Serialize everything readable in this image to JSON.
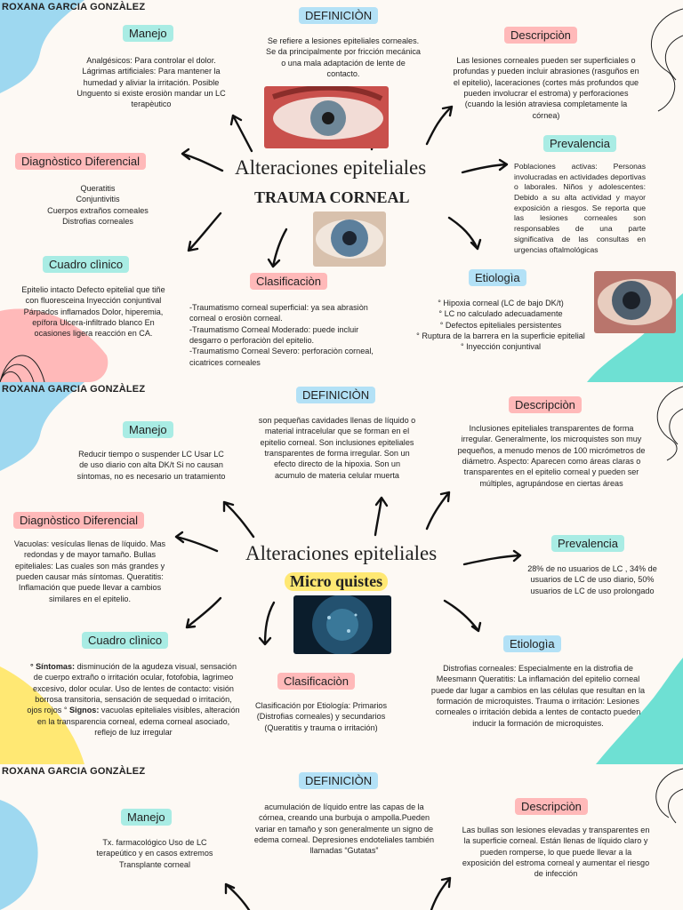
{
  "author": "ROXANA GARCIA GONZÀLEZ",
  "colors": {
    "teal": "#6ee0d3",
    "blue": "#9ed8f0",
    "pink": "#ffb9b9",
    "yellow": "#ffe873"
  },
  "page1": {
    "title": "Alteraciones epiteliales",
    "subtitle": "TRAUMA CORNEAL",
    "definicion": {
      "label": "DEFINICIÒN",
      "text": "Se refiere a lesiones epiteliales corneales. Se da principalmente por fricción mecánica o una mala adaptación de lente de contacto."
    },
    "manejo": {
      "label": "Manejo",
      "text": "Analgésicos: Para controlar el dolor. Lágrimas artificiales: Para mantener la humedad y aliviar la irritación. Posible Unguento si existe erosiòn mandar un LC terapèutico"
    },
    "descripcion": {
      "label": "Descripciòn",
      "text": "Las lesiones corneales pueden ser superficiales o profundas y pueden incluir abrasiones (rasguños en el epitelio), laceraciones (cortes más profundos que pueden involucrar el estroma) y perforaciones (cuando la lesión atraviesa completamente la córnea)"
    },
    "diagnostico": {
      "label": "Diagnòstico Diferencial",
      "items": [
        "Queratitis",
        "Conjuntivitis",
        "Cuerpos extraños corneales",
        "Distrofias corneales"
      ]
    },
    "prevalencia": {
      "label": "Prevalencia",
      "text": "Poblaciones activas: Personas involucradas en actividades deportivas o laborales. Niños y adolescentes: Debido a su alta actividad y mayor exposición a riesgos. Se reporta que las lesiones corneales son responsables de una parte significativa de las consultas en urgencias oftalmológicas"
    },
    "cuadro": {
      "label": "Cuadro clìnico",
      "text": "Epitelio intacto Defecto epitelial que tiñe con fluoresceina Inyección conjuntival Párpados inflamados Dolor, hiperemia, epífora Ulcera-infiltrado blanco En ocasiones ligera reacción en CA."
    },
    "clasificacion": {
      "label": "Clasificaciòn",
      "items": [
        "-Traumatismo corneal superficial: ya sea abrasiòn corneal o erosiòn corneal.",
        "-Traumatismo Corneal Moderado: puede incluir desgarro o perforaciòn del epitelio.",
        "-Traumatismo Corneal Severo: perforaciòn corneal, cicatrices corneales"
      ]
    },
    "etiologia": {
      "label": "Etiologìa",
      "items": [
        "° Hipoxia corneal (LC de bajo DK/t)",
        "° LC no calculado adecuadamente",
        "° Defectos epiteliales persistentes",
        "° Ruptura de la barrera en la superficie epitelial",
        "° Inyección conjuntival"
      ]
    }
  },
  "page2": {
    "title": "Alteraciones epiteliales",
    "subtitle": "Micro quistes",
    "definicion": {
      "label": "DEFINICIÒN",
      "text": "son pequeñas cavidades llenas de líquido o material intracelular que se forman en el epitelio corneal. Son inclusiones epiteliales transparentes de forma irregular. Son un efecto directo de la hipoxia. Son un acumulo de materia celular muerta"
    },
    "manejo": {
      "label": "Manejo",
      "text": "Reducir tiempo o suspender LC Usar LC de uso diario con alta DK/t Si no causan síntomas, no es necesario un tratamiento"
    },
    "descripcion": {
      "label": "Descripciòn",
      "text": "Inclusiones epiteliales transparentes de forma irregular. Generalmente, los microquistes son muy pequeños, a menudo menos de 100 micrómetros de diámetro. Aspecto: Aparecen como áreas claras o transparentes en el epitelio corneal y pueden ser múltiples, agrupándose en ciertas áreas"
    },
    "diagnostico": {
      "label": "Diagnòstico Diferencial",
      "text": "Vacuolas: vesículas llenas de líquido. Mas redondas y de mayor tamaño. Bullas epiteliales: Las cuales son más grandes y pueden causar más síntomas. Queratitis: Inflamación que puede llevar a cambios similares en el epitelio."
    },
    "prevalencia": {
      "label": "Prevalencia",
      "text": "28% de no usuarios de LC ,  34% de usuarios de LC de uso diario, 50% usuarios de LC de uso prolongado"
    },
    "cuadro": {
      "label": "Cuadro clìnico",
      "sintomas_label": "° Síntomas:",
      "sintomas": " disminución de la agudeza visual, sensación de cuerpo extraño o irritación ocular, fotofobia, lagrimeo excesivo, dolor ocular. Uso de lentes de contacto: visión borrosa transitoria, sensación de sequedad o irritación, ojos rojos °",
      "signos_label": "Signos:",
      "signos": " vacuolas epiteliales visibles, alteración en la transparencia corneal, edema corneal asociado, reflejo de luz irregular"
    },
    "clasificacion": {
      "label": "Clasificaciòn",
      "text": "Clasificación por Etiología: Primarios (Distrofias corneales) y secundarios (Queratitis y trauma o irritación)"
    },
    "etiologia": {
      "label": "Etiologìa",
      "text": "Distrofias corneales: Especialmente en la distrofia de Meesmann Queratitis: La inflamación del epitelio corneal puede dar lugar a cambios en las células que resultan en la formación de microquistes. Trauma o irritación: Lesiones corneales o irritación debida a lentes de contacto pueden inducir la formación de microquistes."
    }
  },
  "page3": {
    "definicion": {
      "label": "DEFINICIÒN",
      "text": "acumulación de líquido entre las capas de la córnea, creando una burbuja o ampolla.Pueden variar en tamaño y son generalmente un signo de edema corneal. Depresiones endoteliales también llamadas “Gutatas”"
    },
    "manejo": {
      "label": "Manejo",
      "text": "Tx. farmacológico Uso de LC terapeútico y  en casos extremos Transplante corneal"
    },
    "descripcion": {
      "label": "Descripciòn",
      "text": "Las bullas son lesiones elevadas y transparentes en la superficie corneal. Están llenas de líquido claro y pueden romperse, lo que puede llevar a la exposición del estroma corneal y aumentar el riesgo de infección"
    }
  }
}
